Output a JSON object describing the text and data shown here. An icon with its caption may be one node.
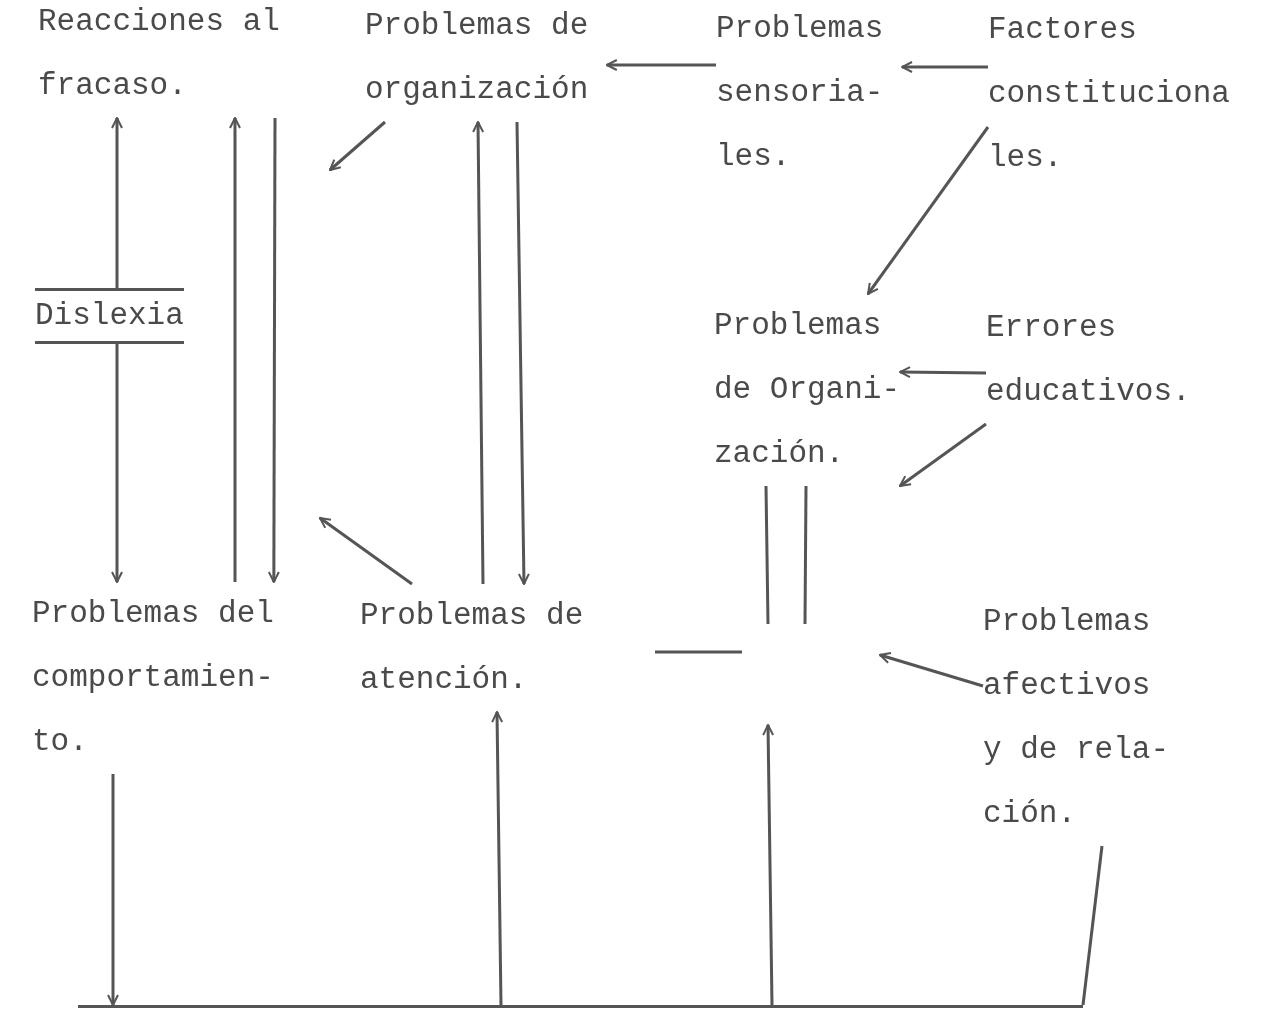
{
  "diagram": {
    "nodes": [
      {
        "text": [
          "Reacciones al fracaso."
        ]
      },
      {
        "text": [
          "Problemas de organización"
        ]
      },
      {
        "text": [
          "Problemas sensoria- les."
        ]
      },
      {
        "text": [
          "Factores constituciona les."
        ]
      },
      {
        "text": [
          "Dislexia"
        ]
      },
      {
        "text": [
          "Problemas de Organi- zación."
        ]
      },
      {
        "text": [
          "Errores educativos."
        ]
      },
      {
        "text": [
          "Problemas del comportamien- to."
        ]
      },
      {
        "text": [
          "Problemas de atención."
        ]
      },
      {
        "text": [
          "Problemas afectivos y de rela- ción."
        ]
      },
      {
        "text": [],
        "shape": "bar"
      }
    ],
    "edges": [
      {
        "from": 2,
        "to": 1,
        "arrow": "to"
      },
      {
        "from": 3,
        "to": 2,
        "arrow": "to"
      },
      {
        "from": 3,
        "to": 5,
        "arrow": "to"
      },
      {
        "from": 1,
        "to": null,
        "arrow": "to"
      },
      {
        "from": 4,
        "to": 0,
        "arrow": "to"
      },
      {
        "from": 4,
        "to": 7,
        "arrow": "to"
      },
      {
        "from": 7,
        "to": 0,
        "arrow": "to"
      },
      {
        "from": 0,
        "to": 7,
        "arrow": "to"
      },
      {
        "from": 8,
        "to": 1,
        "arrow": "to"
      },
      {
        "from": 1,
        "to": 8,
        "arrow": "to"
      },
      {
        "from": 8,
        "to": null,
        "arrow": "to"
      },
      {
        "from": 6,
        "to": 5,
        "arrow": "to"
      },
      {
        "from": 6,
        "to": 5,
        "arrow": "to"
      },
      {
        "from": 5,
        "to": null,
        "arrow": "none"
      },
      {
        "from": 5,
        "to": null,
        "arrow": "none"
      },
      {
        "from": 9,
        "to": null,
        "arrow": "to"
      },
      {
        "from": 7,
        "to": 10,
        "arrow": "to"
      },
      {
        "from": 10,
        "to": 8,
        "arrow": "to"
      },
      {
        "from": 10,
        "to": null,
        "arrow": "to"
      },
      {
        "from": 9,
        "to": 10,
        "arrow": "none"
      }
    ]
  }
}
